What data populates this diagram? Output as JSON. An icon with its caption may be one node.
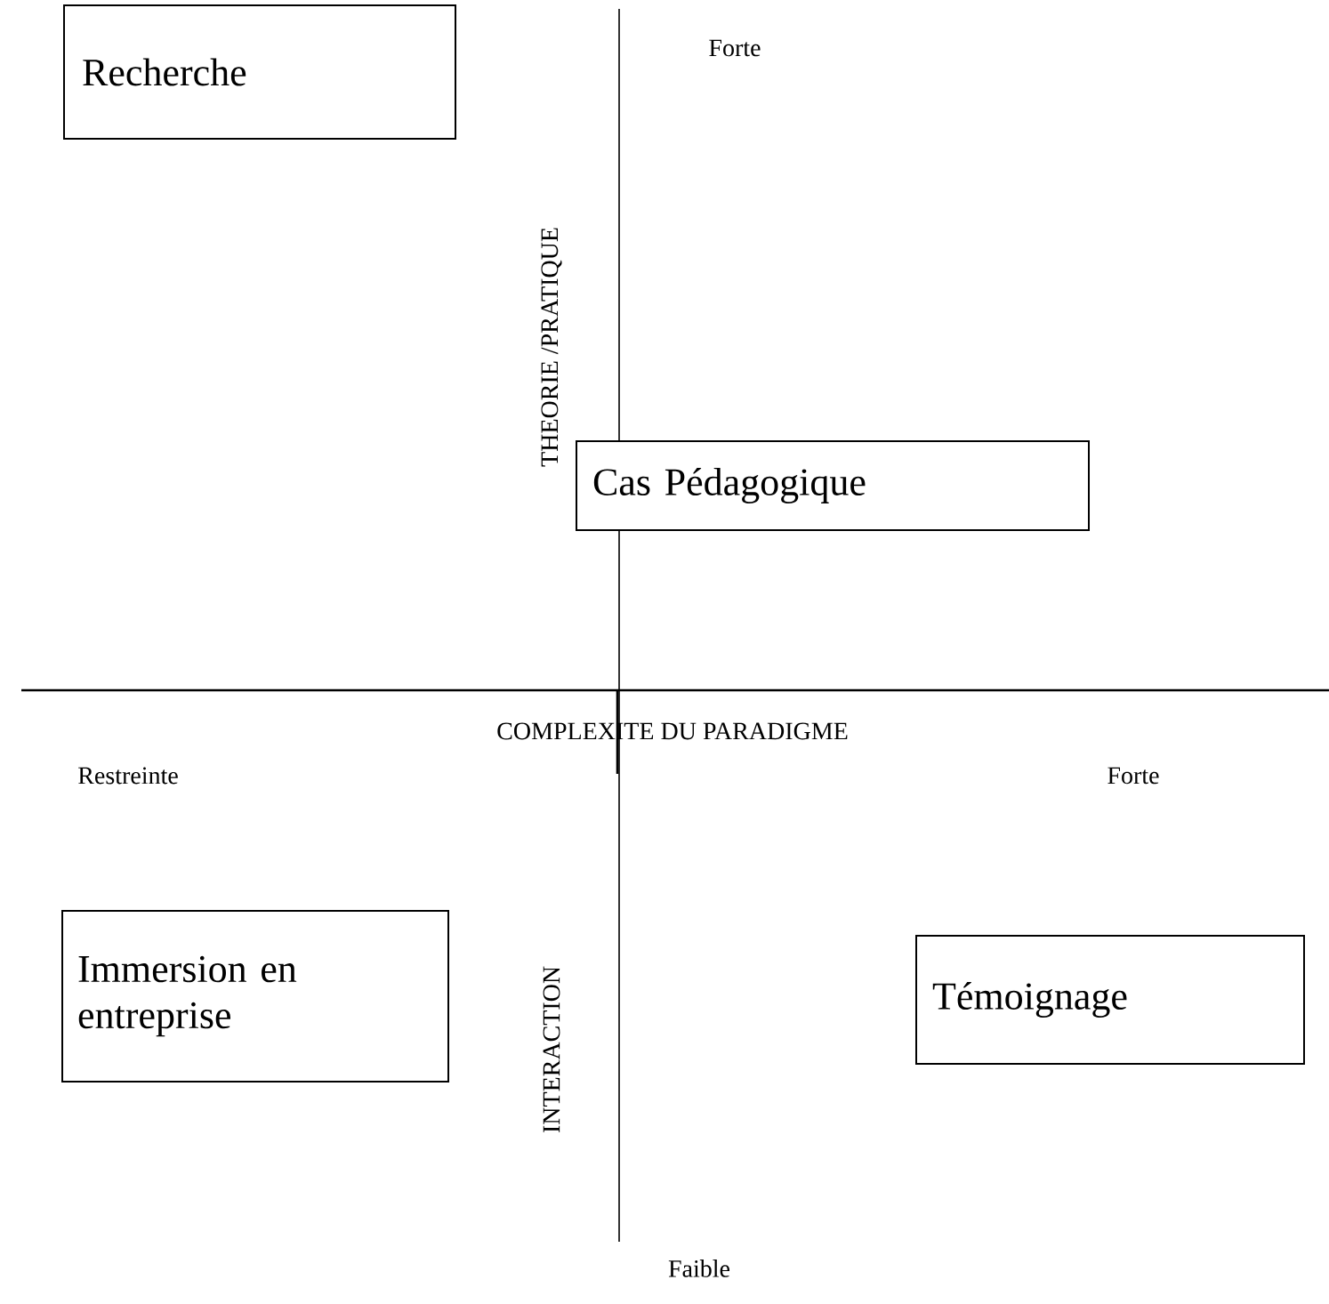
{
  "diagram": {
    "nodes": [
      {
        "text": [
          "Recherche"
        ]
      },
      {
        "text": [
          "Cas Pédagogique"
        ]
      },
      {
        "text": [
          "Immersion en entreprise"
        ]
      },
      {
        "text": [
          "Témoignage"
        ]
      }
    ],
    "labels": [
      "Forte",
      "THEORIE /PRATIQUE",
      "COMPLEXITE DU PARADIGME",
      "Restreinte",
      "Forte",
      "INTERACTION",
      "Faible"
    ]
  }
}
